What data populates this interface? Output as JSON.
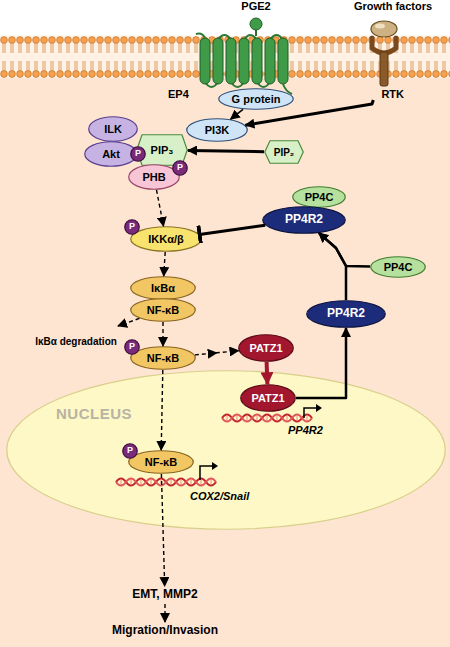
{
  "diagram": {
    "nodes": [
      {
        "text": [
          "PGE2"
        ]
      },
      {
        "text": [
          "Growth factors"
        ]
      },
      {
        "text": [
          "EP4"
        ]
      },
      {
        "text": [
          "RTK"
        ]
      },
      {
        "text": [
          "G protein"
        ]
      },
      {
        "text": [
          "PI3K"
        ]
      },
      {
        "text": [
          "PIP₂"
        ]
      },
      {
        "text": [
          "ILK"
        ]
      },
      {
        "text": [
          "Akt"
        ]
      },
      {
        "text": [
          "PIP₃"
        ]
      },
      {
        "text": [
          "PHB"
        ]
      },
      {
        "text": [
          "P"
        ]
      },
      {
        "text": [
          "P"
        ]
      },
      {
        "text": [
          "IKKα/β"
        ]
      },
      {
        "text": [
          "P"
        ]
      },
      {
        "text": [
          "PP4C"
        ]
      },
      {
        "text": [
          "PP4R2"
        ]
      },
      {
        "text": [
          "PP4C"
        ]
      },
      {
        "text": [
          "PP4R2"
        ]
      },
      {
        "text": [
          "IκBα"
        ]
      },
      {
        "text": [
          "NF-κB"
        ]
      },
      {
        "text": [
          "IκBα degradation"
        ]
      },
      {
        "text": [
          "NF-κB"
        ]
      },
      {
        "text": [
          "P"
        ]
      },
      {
        "text": [
          "PATZ1"
        ]
      },
      {
        "text": [
          "NUCLEUS"
        ]
      },
      {
        "text": [
          "PATZ1"
        ],
        "in": 25
      },
      {
        "text": [
          "NF-κB"
        ],
        "in": 25
      },
      {
        "text": [
          "P"
        ],
        "in": 25
      },
      {
        "text": [
          "EMT, MMP2"
        ]
      },
      {
        "text": [
          "Migration/Invasion"
        ]
      }
    ],
    "edges": [
      {
        "from": 4,
        "to": 5,
        "arrow": "to"
      },
      {
        "from": 3,
        "to": 5,
        "arrow": "to"
      },
      {
        "from": 6,
        "to": 9,
        "arrow": "to"
      },
      {
        "from": 10,
        "to": 13,
        "arrow": "to"
      },
      {
        "from": 13,
        "to": 19,
        "arrow": "to"
      },
      {
        "from": 20,
        "to": 21,
        "arrow": "to"
      },
      {
        "from": 20,
        "to": 22,
        "arrow": "to"
      },
      {
        "from": 22,
        "to": 24,
        "arrow": "to"
      },
      {
        "from": 24,
        "to": 26,
        "arrow": "to"
      },
      {
        "from": 26,
        "to": 18,
        "arrow": "to"
      },
      {
        "from": 18,
        "to": 16,
        "arrow": "to"
      },
      {
        "from": 17,
        "to": 16,
        "arrow": "to"
      },
      {
        "from": 16,
        "to": 13,
        "arrow": "to"
      },
      {
        "from": 22,
        "to": 27,
        "arrow": "to"
      },
      {
        "from": 27,
        "to": 29,
        "arrow": "to"
      },
      {
        "from": 29,
        "to": 30,
        "arrow": "to"
      }
    ],
    "labels": [
      "PP4R2",
      "COX2/Snail"
    ]
  }
}
